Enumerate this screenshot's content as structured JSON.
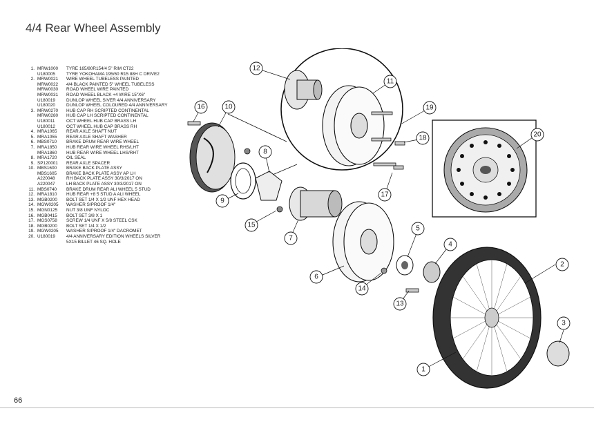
{
  "page": {
    "title": "4/4 Rear Wheel Assembly",
    "page_number": "66"
  },
  "parts": [
    {
      "num": "1.",
      "code": "MRW1000",
      "desc": "TYRE 165/80R154/4 5\" RIM CT22"
    },
    {
      "num": "",
      "code": "U180005",
      "desc": "TYRE YOKOHAMA 195/60 R15 88H C DRIVE2"
    },
    {
      "num": "2.",
      "code": "MRW0021",
      "desc": "WIRE WHEEL TUBELESS PAINTED"
    },
    {
      "num": "",
      "code": "MRW0022",
      "desc": "4/4 BLACK PAINTED 5\" WHEEL TUBELESS"
    },
    {
      "num": "",
      "code": "MRW0030",
      "desc": "ROAD WHEEL WIRE PAINTED"
    },
    {
      "num": "",
      "code": "MRW0031",
      "desc": "ROAD WHEEL BLACK +4 WIRE 15\"x6\""
    },
    {
      "num": "",
      "code": "U180019",
      "desc": "DUNLOP WHEEL SIVER 4/4 ANNIVERSARY"
    },
    {
      "num": "",
      "code": "U180020",
      "desc": "DUNLOP WHEEL COLOURED 4/4 ANNIVERSARY"
    },
    {
      "num": "3.",
      "code": "MRW0270",
      "desc": "HUB CAP RH SCRIPTED CONTINENTAL"
    },
    {
      "num": "",
      "code": "MRW0280",
      "desc": "HUB CAP LH SCRIPTED CONTINENTAL"
    },
    {
      "num": "",
      "code": "U180011",
      "desc": "OCT WHEEL HUB CAP BRASS LH"
    },
    {
      "num": "",
      "code": "U180012",
      "desc": "OCT WHEEL HUB CAP BRASS RH"
    },
    {
      "num": "4.",
      "code": "MRA1065",
      "desc": "REAR AXLE SHAFT NUT"
    },
    {
      "num": "5.",
      "code": "MRA1055",
      "desc": "REAR AXLE SHAFT WASHER"
    },
    {
      "num": "6.",
      "code": "MBS0710",
      "desc": "BRAKE DRUM REAR WIRE WHEEL"
    },
    {
      "num": "7.",
      "code": "MRA1850",
      "desc": "HUB REAR WIRE WHEEL RHS/LHT"
    },
    {
      "num": "",
      "code": "MRA1860",
      "desc": "HUB REAR WIRE WHEEL LHS/RHT"
    },
    {
      "num": "8.",
      "code": "MRA1720",
      "desc": "OIL SEAL"
    },
    {
      "num": "9.",
      "code": "SP120001",
      "desc": "REAR AXLE SPACER"
    },
    {
      "num": "10.",
      "code": "MBS1600",
      "desc": "BRAKE BACK PLATE ASSY"
    },
    {
      "num": "",
      "code": "MBS1605",
      "desc": "BRAKE BACK PLATE ASSY AP LH"
    },
    {
      "num": "",
      "code": "A220048",
      "desc": "RH BACK PLATE ASSY 30/3/2017 ON"
    },
    {
      "num": "",
      "code": "A220047",
      "desc": "LH BACK PLATE ASSY 30/3/2017 ON"
    },
    {
      "num": "11.",
      "code": "MBS0740",
      "desc": "BRAKE DRUM REAR ALI WHEEL 5 STUD"
    },
    {
      "num": "12.",
      "code": "MRA1810",
      "desc": "HUB REAR +8 5 STUD A ALI WHEEL"
    },
    {
      "num": "13.",
      "code": "MGB0200",
      "desc": "BOLT SET 1/4 X 1/2 UNF HEX HEAD"
    },
    {
      "num": "14.",
      "code": "MGW0205",
      "desc": "WASHER S/PROOF 1/4\""
    },
    {
      "num": "15.",
      "code": "MGN0125",
      "desc": "NUT 3/8 UNF NYLOC"
    },
    {
      "num": "16.",
      "code": "MGB0415",
      "desc": "BOLT SET 3/8 X 1"
    },
    {
      "num": "17.",
      "code": "MGS0758",
      "desc": "SCREW 1/4 UNF x 5/8 STEEL CSK"
    },
    {
      "num": "18.",
      "code": "MGB0200",
      "desc": "BOLT SET 1/4 X 1/2"
    },
    {
      "num": "19.",
      "code": "MGW0205",
      "desc": "WASHER S/PROOF 1/4\" DACROMET"
    },
    {
      "num": "20.",
      "code": "U180019",
      "desc": "4/4 ANNIVERSARY EDITION WHEELS SILVER"
    },
    {
      "num": "",
      "code": "",
      "desc": "5x15 BILLET 46 SQ. HOLE"
    }
  ],
  "callouts": [
    "1",
    "2",
    "3",
    "4",
    "5",
    "6",
    "7",
    "8",
    "9",
    "10",
    "11",
    "12",
    "13",
    "14",
    "15",
    "16",
    "17",
    "18",
    "19",
    "20"
  ]
}
